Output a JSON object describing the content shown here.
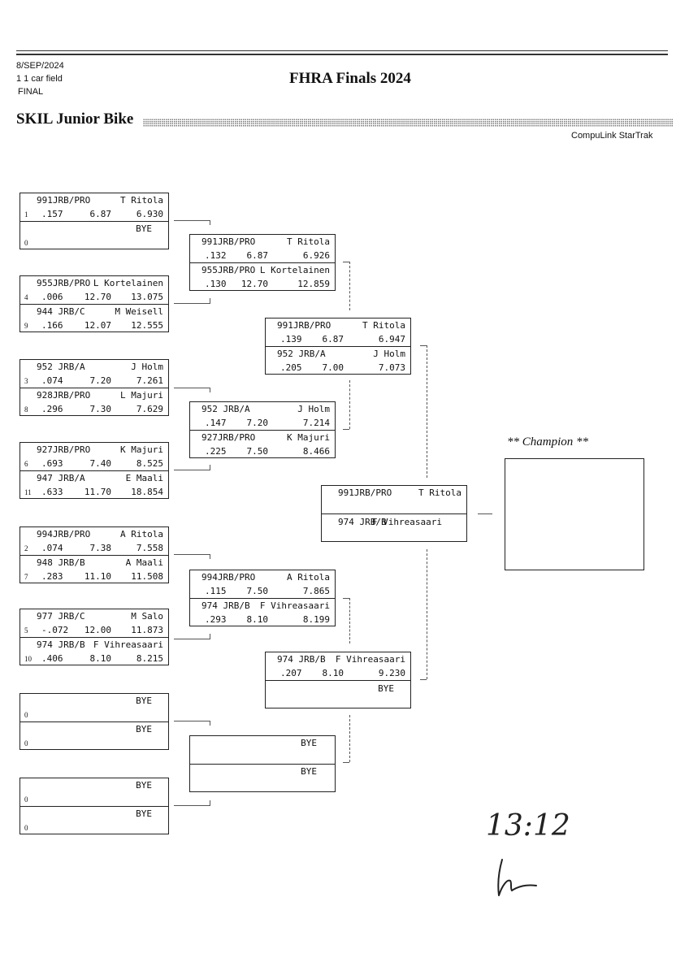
{
  "header": {
    "date": "8/SEP/2024",
    "field": "1 1 car field",
    "round": "FINAL",
    "title": "FHRA Finals 2024",
    "event": "SKIL Junior Bike",
    "brand": "CompuLink StarTrak"
  },
  "round1": [
    {
      "top": {
        "car": "991JRB/PRO",
        "driver": "T Ritola",
        "seed": "1",
        "rt": ".157",
        "dial": "6.87",
        "et": "6.930"
      },
      "bottom": {
        "bye": "BYE",
        "seed": "0"
      }
    },
    {
      "top": {
        "car": "955JRB/PRO",
        "driver": "L Kortelainen",
        "seed": "4",
        "rt": ".006",
        "dial": "12.70",
        "et": "13.075"
      },
      "bottom": {
        "car": "944 JRB/C",
        "driver": "M Weisell",
        "seed": "9",
        "rt": ".166",
        "dial": "12.07",
        "et": "12.555"
      }
    },
    {
      "top": {
        "car": "952 JRB/A",
        "driver": "J Holm",
        "seed": "3",
        "rt": ".074",
        "dial": "7.20",
        "et": "7.261"
      },
      "bottom": {
        "car": "928JRB/PRO",
        "driver": "L Majuri",
        "seed": "8",
        "rt": ".296",
        "dial": "7.30",
        "et": "7.629"
      }
    },
    {
      "top": {
        "car": "927JRB/PRO",
        "driver": "K Majuri",
        "seed": "6",
        "rt": ".693",
        "dial": "7.40",
        "et": "8.525"
      },
      "bottom": {
        "car": "947 JRB/A",
        "driver": "E Maali",
        "seed": "11",
        "rt": ".633",
        "dial": "11.70",
        "et": "18.854"
      }
    },
    {
      "top": {
        "car": "994JRB/PRO",
        "driver": "A Ritola",
        "seed": "2",
        "rt": ".074",
        "dial": "7.38",
        "et": "7.558"
      },
      "bottom": {
        "car": "948 JRB/B",
        "driver": "A Maali",
        "seed": "7",
        "rt": ".283",
        "dial": "11.10",
        "et": "11.508"
      }
    },
    {
      "top": {
        "car": "977 JRB/C",
        "driver": "M Salo",
        "seed": "5",
        "rt": "-.072",
        "dial": "12.00",
        "et": "11.873"
      },
      "bottom": {
        "car": "974 JRB/B",
        "driver": "F Vihreasaari",
        "seed": "10",
        "rt": ".406",
        "dial": "8.10",
        "et": "8.215"
      }
    },
    {
      "top": {
        "bye": "BYE",
        "seed": "0"
      },
      "bottom": {
        "bye": "BYE",
        "seed": "0"
      }
    },
    {
      "top": {
        "bye": "BYE",
        "seed": "0"
      },
      "bottom": {
        "bye": "BYE",
        "seed": "0"
      }
    }
  ],
  "round2": [
    {
      "top": {
        "car": "991JRB/PRO",
        "driver": "T Ritola",
        "rt": ".132",
        "dial": "6.87",
        "et": "6.926"
      },
      "bottom": {
        "car": "955JRB/PRO",
        "driver": "L Kortelainen",
        "rt": ".130",
        "dial": "12.70",
        "et": "12.859"
      }
    },
    {
      "top": {
        "car": "952 JRB/A",
        "driver": "J Holm",
        "rt": ".147",
        "dial": "7.20",
        "et": "7.214"
      },
      "bottom": {
        "car": "927JRB/PRO",
        "driver": "K Majuri",
        "rt": ".225",
        "dial": "7.50",
        "et": "8.466"
      }
    },
    {
      "top": {
        "car": "994JRB/PRO",
        "driver": "A Ritola",
        "rt": ".115",
        "dial": "7.50",
        "et": "7.865"
      },
      "bottom": {
        "car": "974 JRB/B",
        "driver": "F Vihreasaari",
        "rt": ".293",
        "dial": "8.10",
        "et": "8.199"
      }
    },
    {
      "top": {
        "bye": "BYE"
      },
      "bottom": {
        "bye": "BYE"
      }
    }
  ],
  "round3": [
    {
      "top": {
        "car": "991JRB/PRO",
        "driver": "T Ritola",
        "rt": ".139",
        "dial": "6.87",
        "et": "6.947"
      },
      "bottom": {
        "car": "952 JRB/A",
        "driver": "J Holm",
        "rt": ".205",
        "dial": "7.00",
        "et": "7.073"
      }
    },
    {
      "top": {
        "car": "974 JRB/B",
        "driver": "F Vihreasaari",
        "rt": ".207",
        "dial": "8.10",
        "et": "9.230"
      },
      "bottom": {
        "bye": "BYE"
      }
    }
  ],
  "final": {
    "top": {
      "car": "991JRB/PRO",
      "driver": "T Ritola"
    },
    "bottom": {
      "car": "974 JRB/B",
      "driver": "F Vihreasaari"
    }
  },
  "champion": {
    "label": "** Champion **",
    "name": ""
  },
  "handwriting": {
    "time": "13:12"
  }
}
